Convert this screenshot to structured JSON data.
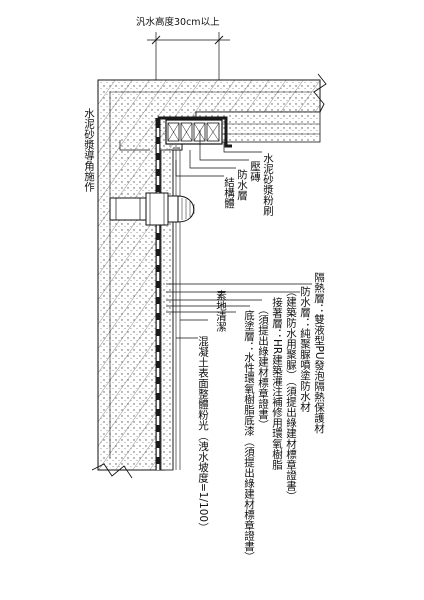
{
  "labels": {
    "top_height": "汎水高度30cm以上",
    "mortar_finish": "水泥砂漿粉刷",
    "brick_row": "壓磚",
    "waterproof_layer": "防水層",
    "structure": "結構體",
    "mortar_corner": "水泥砂漿導角施作",
    "insulation": "隔熱層：雙液型PU發泡隔熱保護材",
    "waterproof_spec_1": "防水層：純聚脲噴塗防水材",
    "waterproof_spec_2": "（建築防水用聚脲）（須提出綠建材標章證書）",
    "bonding_layer": "接著層：HR建築灌注補修用環氧樹脂",
    "bonding_spec": "（須提出綠建材標章證書）",
    "primer_layer": "底塗層：水性環氧樹脂底漆（須提出綠建材標章證書）",
    "plain_concrete": "素地清潔",
    "slope_finish": "混凝土表面整體粉光（洩水坡度=1/100）"
  },
  "colors": {
    "line": "#111111",
    "waterproof": "#1a1a1a",
    "hatch": "#444444",
    "background": "#ffffff"
  }
}
